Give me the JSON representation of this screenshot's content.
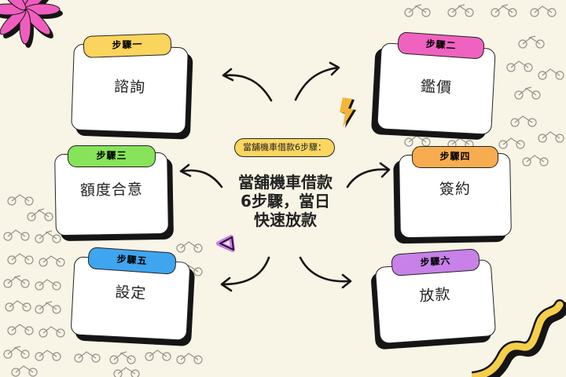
{
  "center": {
    "pill_label": "當舖機車借款6步驟：",
    "title_lines": [
      "當舖機車借款",
      "6步驟，當日",
      "快速放款"
    ]
  },
  "steps": [
    {
      "tag": "步驟一",
      "label": "諮詢",
      "color": "#fad45c"
    },
    {
      "tag": "步驟二",
      "label": "鑑價",
      "color": "#f062c0"
    },
    {
      "tag": "步驟三",
      "label": "額度合意",
      "color": "#86e35a"
    },
    {
      "tag": "步驟四",
      "label": "簽約",
      "color": "#f7ad4f"
    },
    {
      "tag": "步驟五",
      "label": "設定",
      "color": "#3fa5ee"
    },
    {
      "tag": "步驟六",
      "label": "放款",
      "color": "#c781e8"
    }
  ],
  "decorations": [
    "flower-icon",
    "lightning-icon",
    "triangle-icon",
    "squiggle-icon",
    "motorcycle-pattern"
  ]
}
